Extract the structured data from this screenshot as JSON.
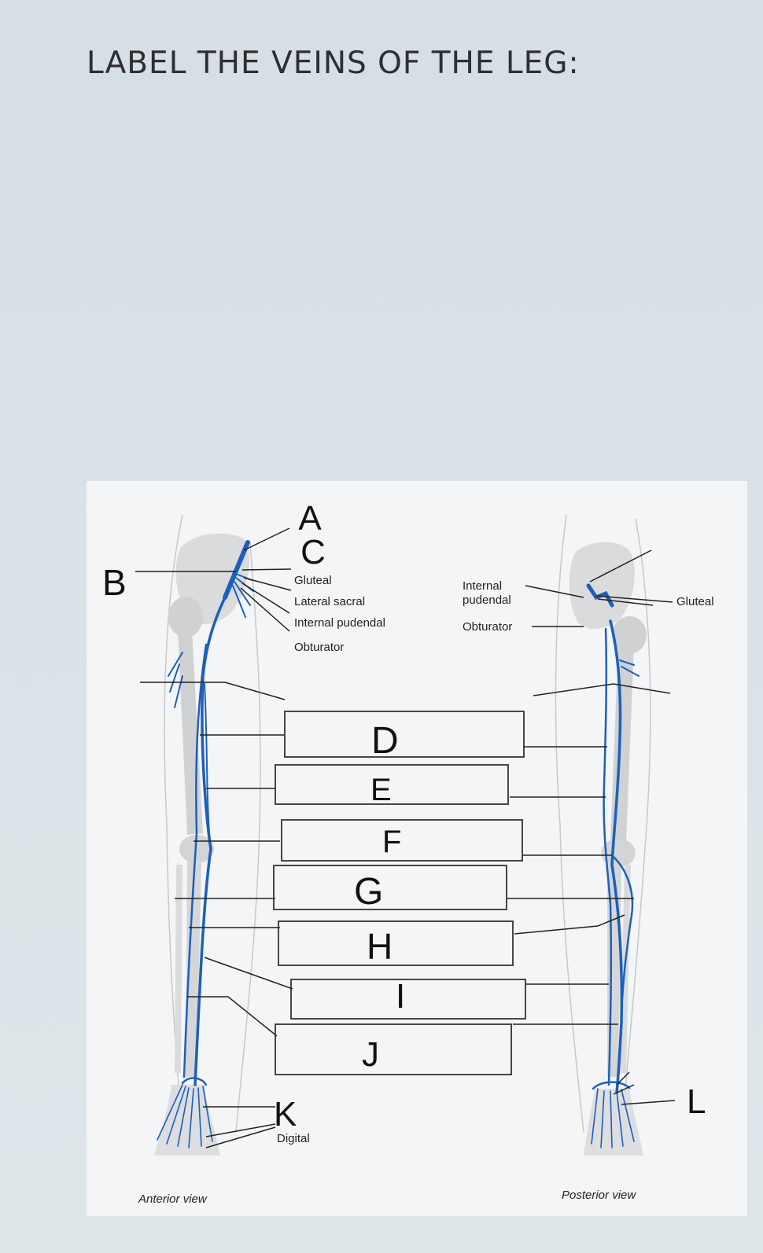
{
  "title": "LABEL THE VEINS OF THE LEG:",
  "letters": {
    "a": "A",
    "b": "B",
    "c": "C",
    "d": "D",
    "e": "E",
    "f": "F",
    "g": "G",
    "h": "H",
    "i": "I",
    "j": "J",
    "k": "K",
    "l": "L"
  },
  "anterior_labels": {
    "gluteal": "Gluteal",
    "lateral_sacral": "Lateral sacral",
    "internal_pudendal": "Internal pudendal",
    "obturator": "Obturator",
    "digital": "Digital",
    "view": "Anterior view"
  },
  "posterior_labels": {
    "internal": "Internal",
    "pudendal": "pudendal",
    "obturator": "Obturator",
    "gluteal": "Gluteal",
    "view": "Posterior view"
  },
  "colors": {
    "vein": "#1f5fb8",
    "bone": "#c9ccd0",
    "text": "#2e2e33"
  }
}
